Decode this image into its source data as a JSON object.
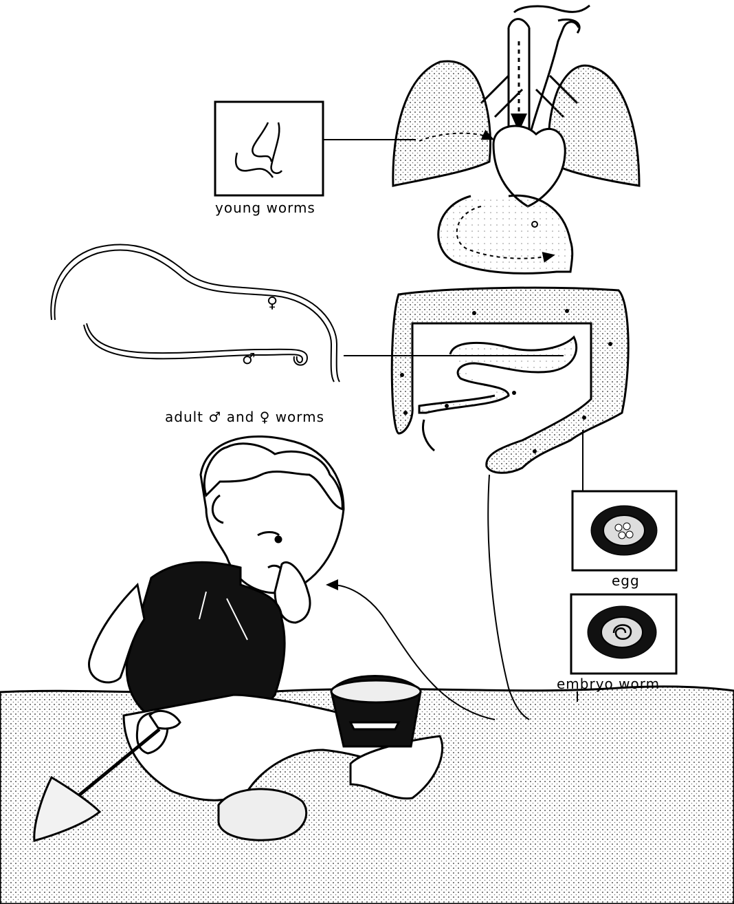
{
  "labels": {
    "young_worms": "young worms",
    "adult_prefix": "adult",
    "adult_and": "and",
    "adult_suffix": "worms",
    "egg": "egg",
    "embryo_worm": "embryo worm",
    "male_symbol": "♂",
    "female_symbol": "♀"
  },
  "icons": [
    "lungs-icon",
    "heart-icon",
    "stomach-icon",
    "intestine-icon",
    "roundworm-icon",
    "egg-icon",
    "embryo-icon",
    "child-icon",
    "bucket-icon",
    "shovel-icon"
  ],
  "colors": {
    "ink": "#000000",
    "paper": "#ffffff",
    "stipple": "#777777"
  }
}
